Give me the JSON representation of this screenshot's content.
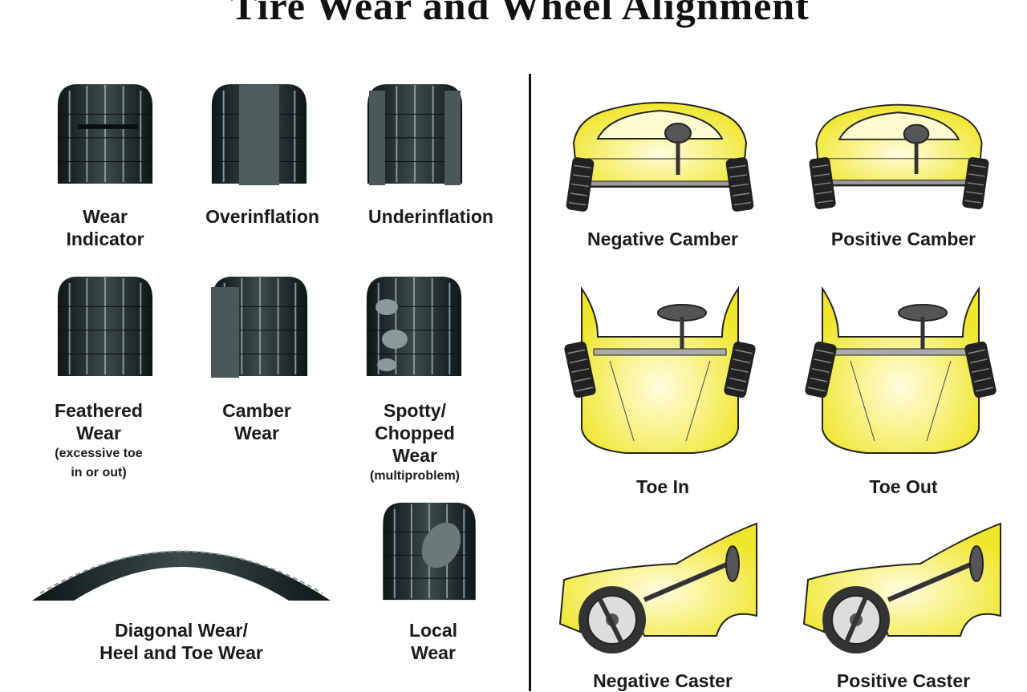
{
  "title": "Tire Wear and Wheel Alignment",
  "tire_wear": [
    {
      "line1": "Wear",
      "line2": "Indicator"
    },
    {
      "line1": "Overinflation"
    },
    {
      "line1": "Underinflation"
    },
    {
      "line1": "Feathered",
      "line2": "Wear",
      "note1": "(excessive toe",
      "note2": "in or out)"
    },
    {
      "line1": "Camber",
      "line2": "Wear"
    },
    {
      "line1": "Spotty/",
      "line2": "Chopped",
      "line3": "Wear",
      "note1": "(multiproblem)"
    },
    {
      "line1": "Diagonal Wear/",
      "line2": "Heel and Toe Wear"
    },
    {
      "line1": "Local",
      "line2": "Wear"
    }
  ],
  "alignment": [
    {
      "label": "Negative Camber"
    },
    {
      "label": "Positive Camber"
    },
    {
      "label": "Toe In"
    },
    {
      "label": "Toe Out"
    },
    {
      "label": "Negative Caster"
    },
    {
      "label": "Positive Caster"
    }
  ],
  "colors": {
    "tire": "#1f2b2b",
    "car": "#f2ee3a"
  }
}
